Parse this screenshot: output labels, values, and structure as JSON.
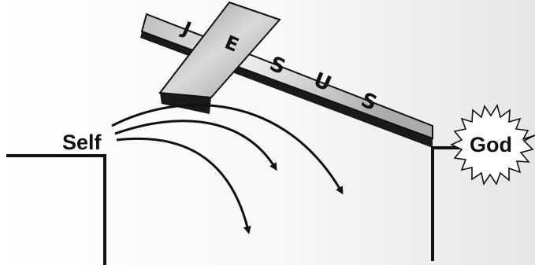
{
  "labels": {
    "left": "Self",
    "right": "God",
    "cross": [
      "J",
      "E",
      "S",
      "U",
      "S"
    ]
  }
}
